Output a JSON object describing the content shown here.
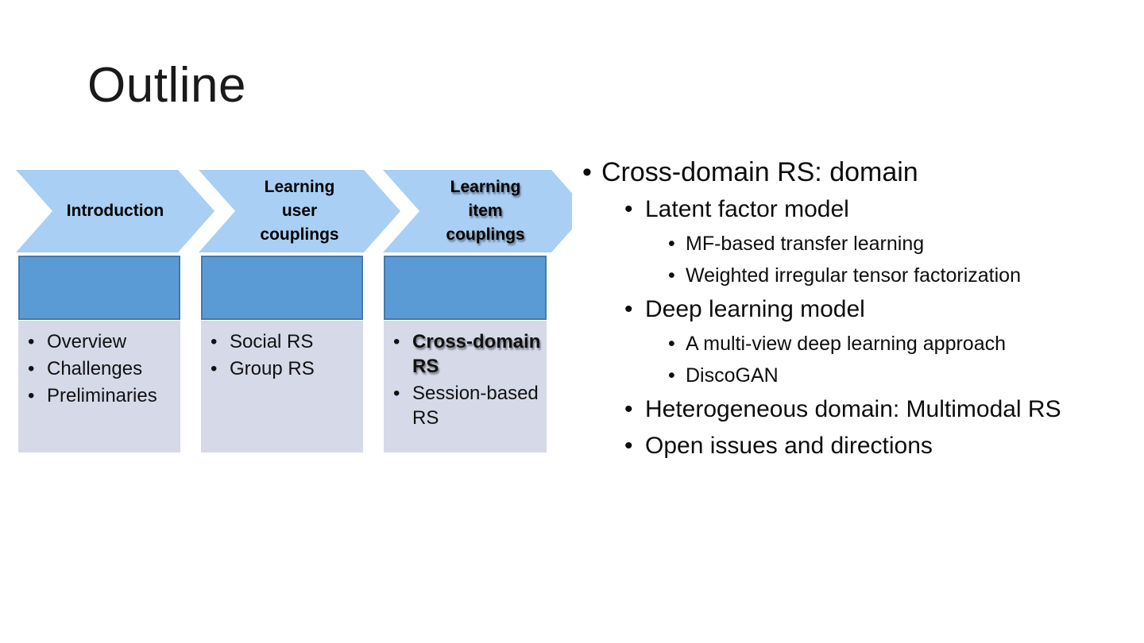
{
  "slide": {
    "title": "Outline",
    "pipeline": {
      "stages": [
        {
          "label": "Introduction",
          "items": [
            "Overview",
            "Challenges",
            "Preliminaries"
          ]
        },
        {
          "label": "Learning user couplings",
          "items": [
            "Social RS",
            "Group RS"
          ]
        },
        {
          "label": "Learning item couplings",
          "items": [
            "Cross-domain RS",
            "Session-based RS"
          ]
        }
      ],
      "emphasis": {
        "current_stage": "Learning item couplings",
        "current_item": "Cross-domain RS"
      }
    },
    "outline": [
      {
        "level": 1,
        "text": "Cross-domain RS: domain"
      },
      {
        "level": 2,
        "text": "Latent factor model"
      },
      {
        "level": 3,
        "text": "MF-based transfer learning"
      },
      {
        "level": 3,
        "text": "Weighted irregular tensor factorization"
      },
      {
        "level": 2,
        "text": "Deep learning model"
      },
      {
        "level": 3,
        "text": "A multi-view deep learning approach"
      },
      {
        "level": 3,
        "text": "DiscoGAN"
      },
      {
        "level": 2,
        "text": "Heterogeneous domain: Multimodal RS"
      },
      {
        "level": 2,
        "text": "Open issues and directions"
      }
    ],
    "colors": {
      "chevron_fill": "#A9CFF4",
      "header_box_fill": "#5B9BD5",
      "header_box_border": "#4679AC",
      "list_box_fill": "#D5D9E8",
      "text": "#0d0d0d"
    }
  }
}
